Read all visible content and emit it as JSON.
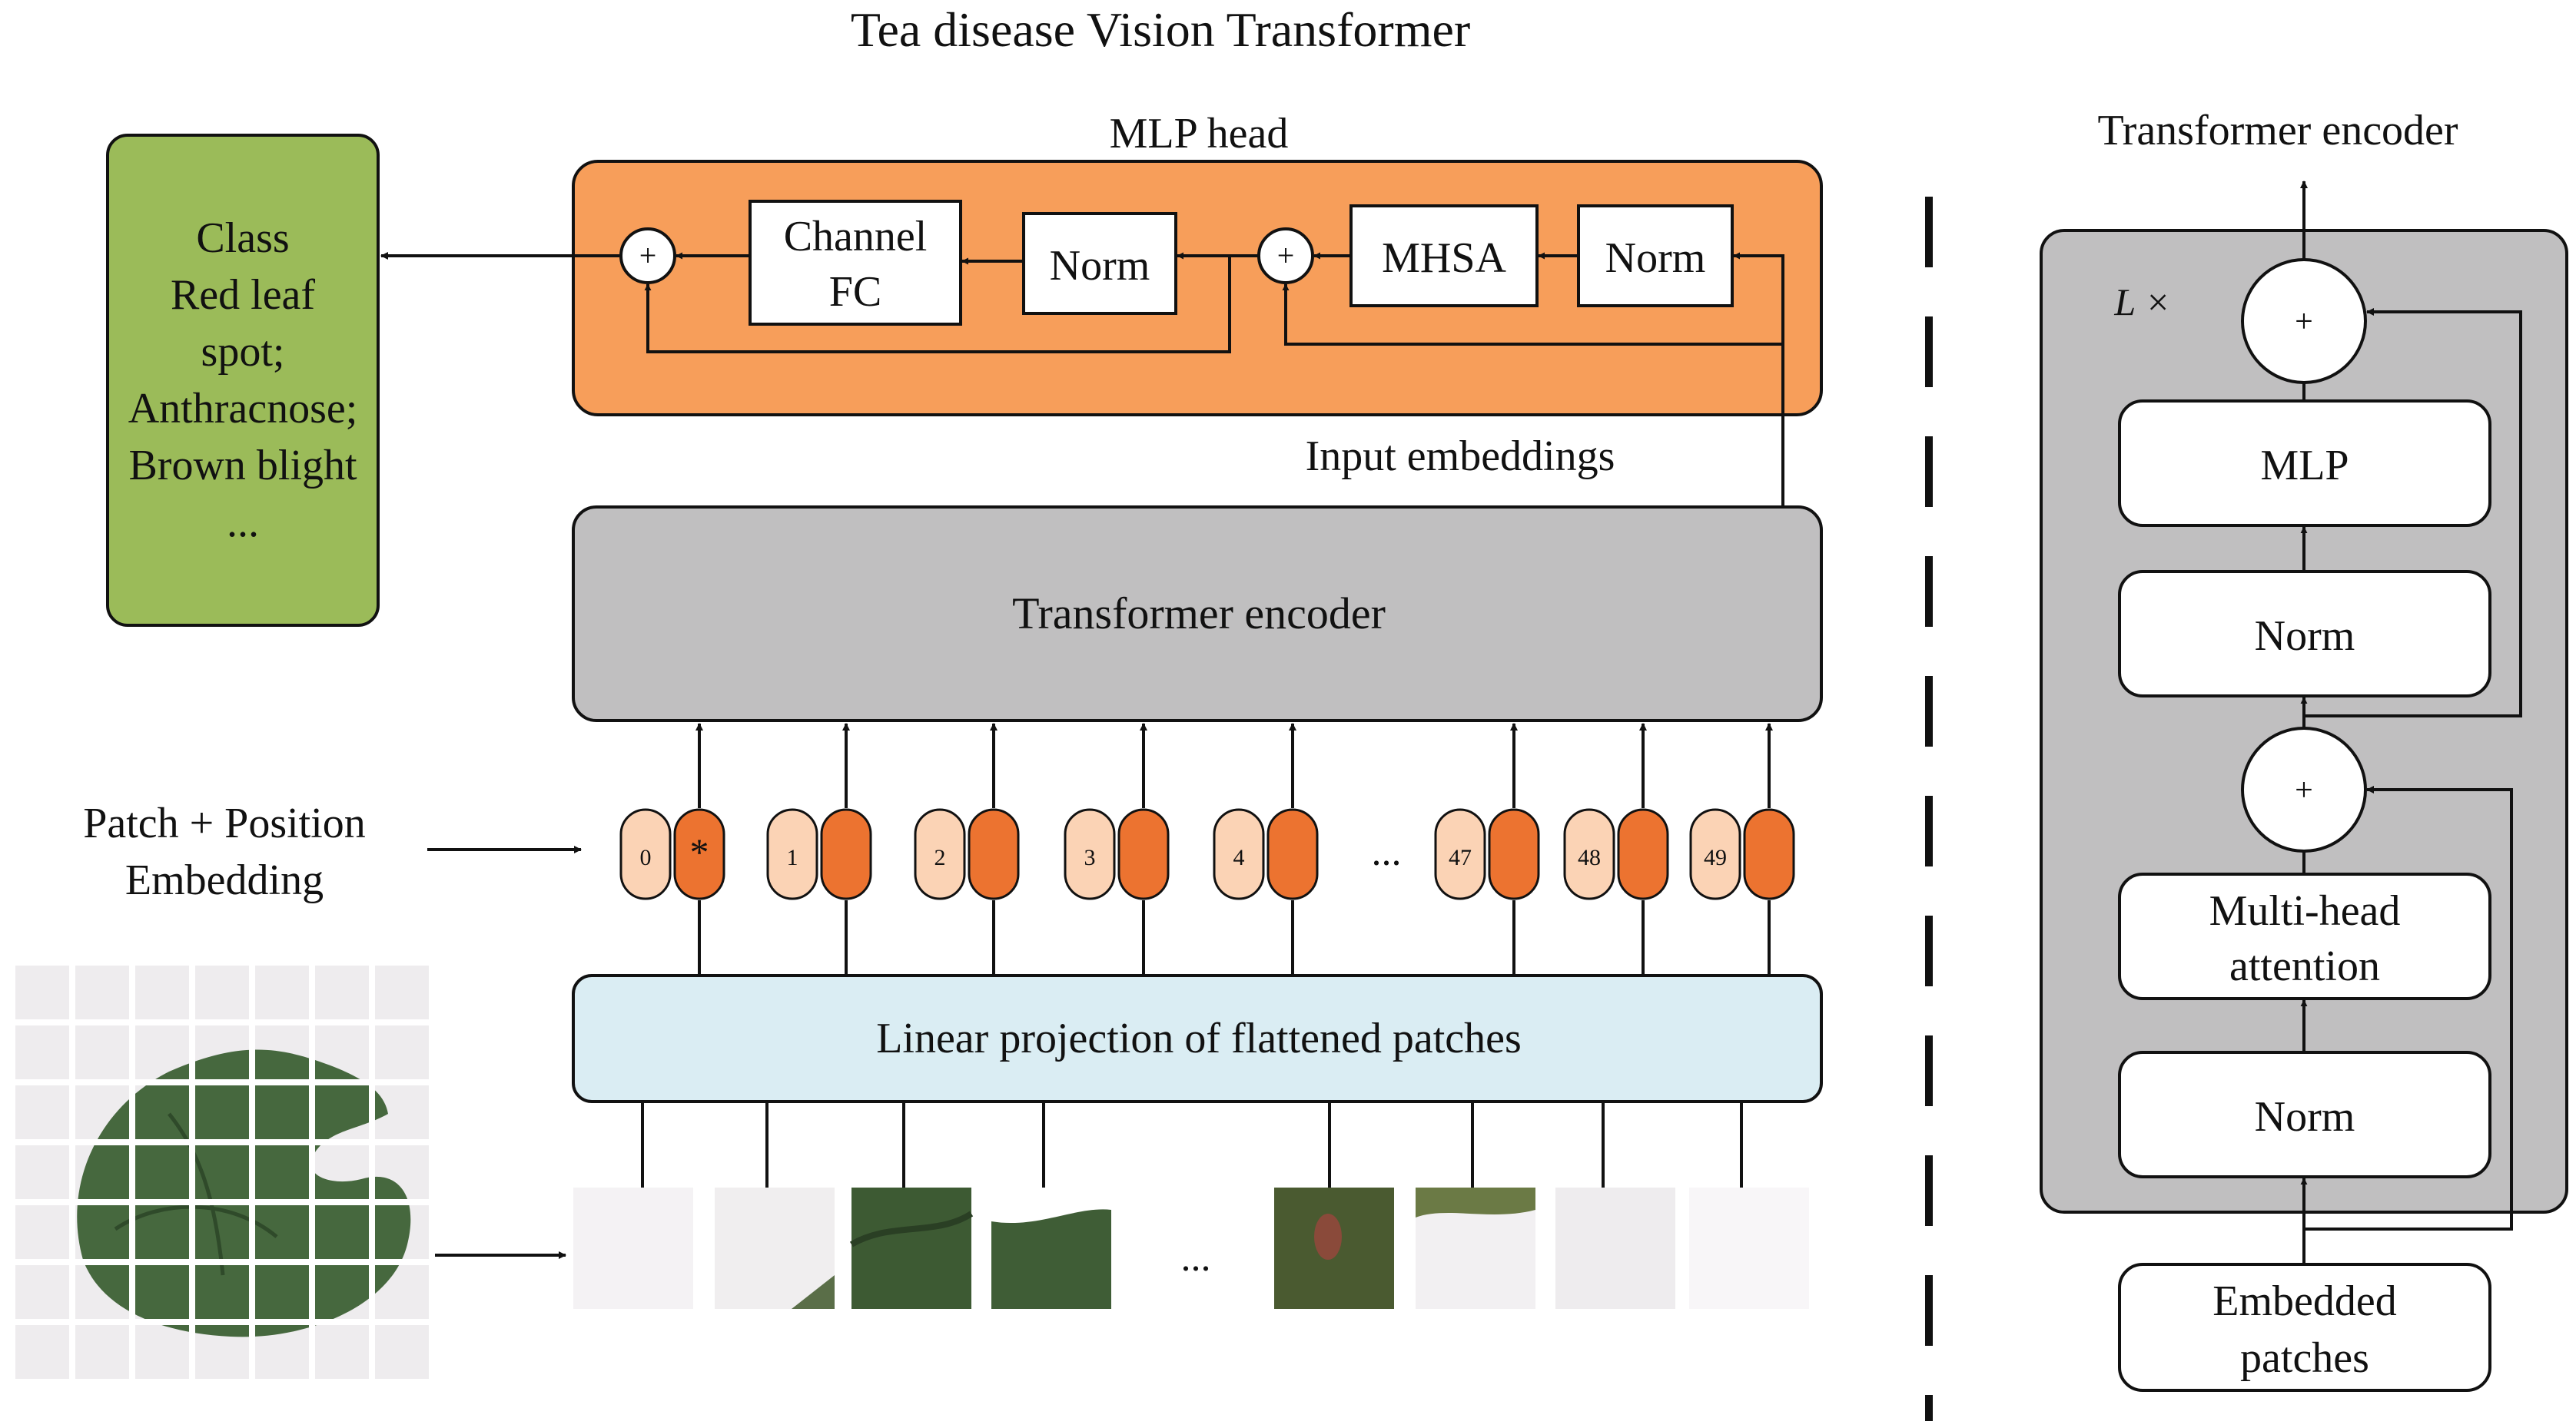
{
  "title": "Tea disease Vision Transformer",
  "class_box": {
    "lines": [
      "Class",
      "Red leaf",
      "spot;",
      "Anthracnose;",
      "Brown blight",
      "..."
    ],
    "color": "#9bbb59"
  },
  "mlp_head": {
    "label": "MLP head",
    "color": "#f79e5a",
    "channel_fc": [
      "Channel",
      "FC"
    ],
    "norm_left": "Norm",
    "mhsa": "MHSA",
    "norm_right": "Norm",
    "plus": "+"
  },
  "input_embeddings_label": "Input embeddings",
  "transformer_encoder": {
    "label": "Transformer encoder",
    "color": "#c0bfc0"
  },
  "patch_position_label": [
    "Patch + Position",
    "Embedding"
  ],
  "tokens": {
    "indices": [
      "0",
      "1",
      "2",
      "3",
      "4",
      "47",
      "48",
      "49"
    ],
    "cls_marker": "*",
    "ellipsis": "...",
    "light_color": "#fbd3b5",
    "dark_color": "#ec7330"
  },
  "linear_projection": {
    "label": "Linear projection of flattened patches",
    "color": "#daedf3"
  },
  "patches_ellipsis": "...",
  "encoder_detail": {
    "title": "Transformer encoder",
    "repeat": "L ×",
    "mlp": "MLP",
    "norm_top": "Norm",
    "mha": [
      "Multi-head",
      "attention"
    ],
    "norm_bottom": "Norm",
    "embedded": [
      "Embedded",
      "patches"
    ],
    "plus": "+",
    "color": "#c0bfc0"
  }
}
